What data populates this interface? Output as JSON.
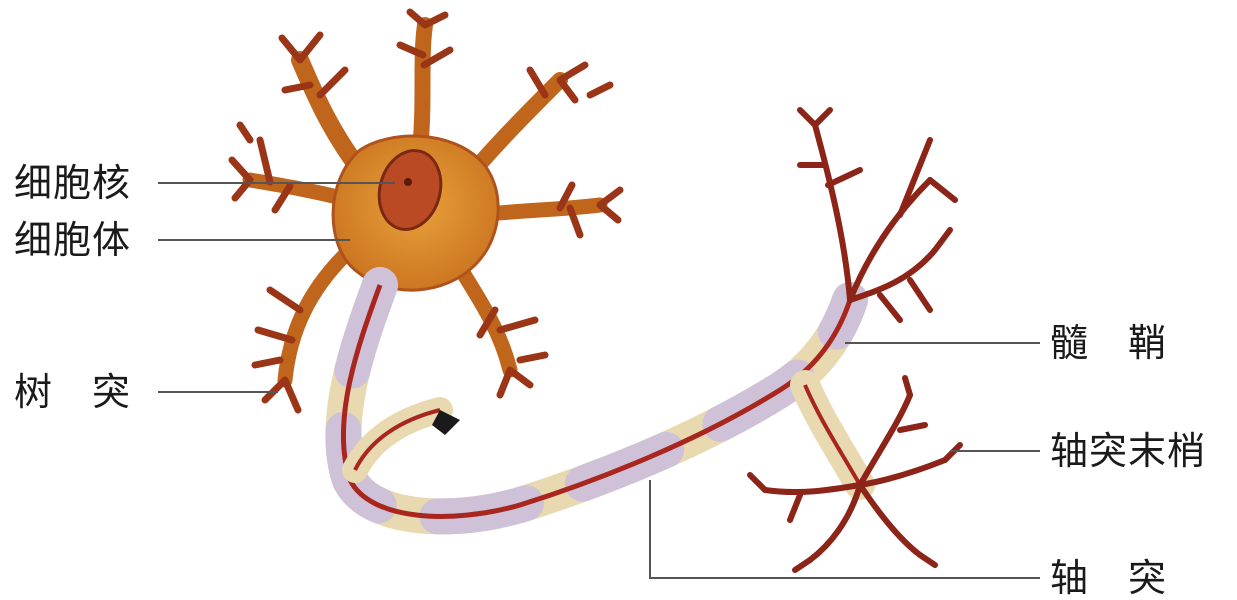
{
  "labels": {
    "nucleus": "细胞核",
    "cell_body": "细胞体",
    "dendrite": "树　突",
    "myelin_sheath": "髓　鞘",
    "axon_terminal": "轴突末梢",
    "axon": "轴　突"
  },
  "colors": {
    "soma": "#d9892a",
    "soma_dark": "#b0521b",
    "nucleus": "#b94a24",
    "dendrite_branch": "#8c2418",
    "myelin": "#e8d9b0",
    "myelin_alt": "#cfc2d8",
    "axon_core": "#a8261e",
    "leader_line": "#555555"
  }
}
